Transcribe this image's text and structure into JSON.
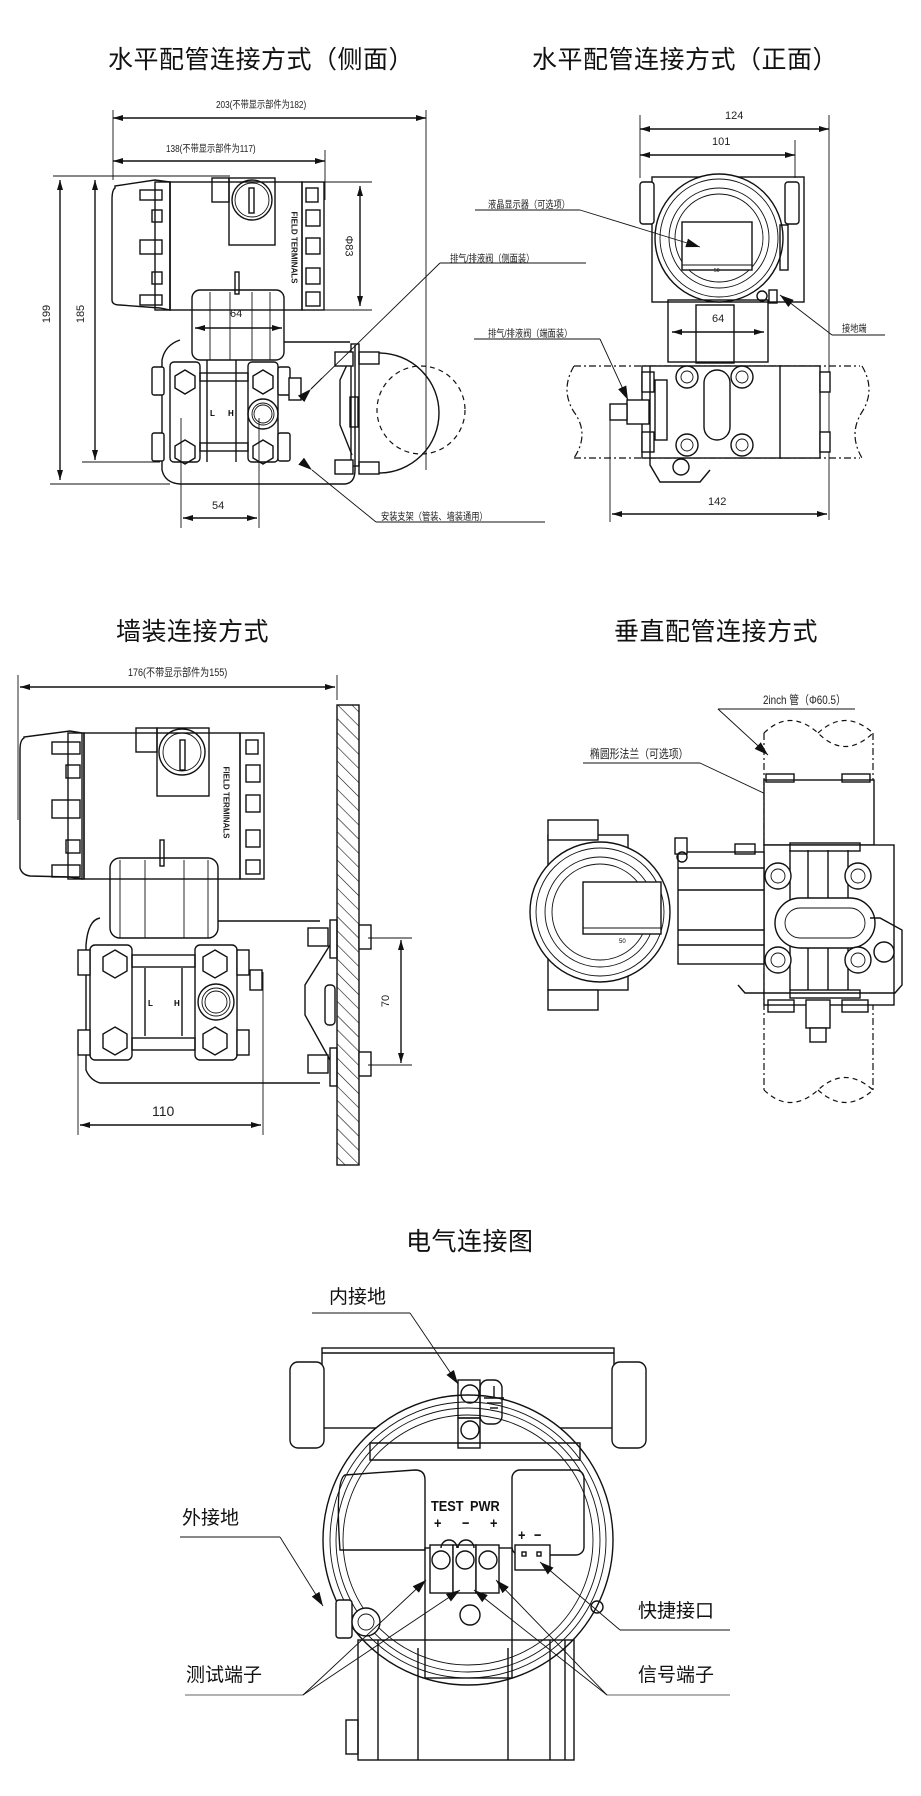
{
  "sections": {
    "side_view": {
      "title": "水平配管连接方式（侧面）",
      "dim_overall": "203(不带显示部件为182)",
      "dim_without_display": "138(不带显示部件为117)",
      "dim_height_total": "199",
      "dim_height_body": "185",
      "dim_diameter": "Φ83",
      "dim_width_flange": "64",
      "dim_flange_spacing": "54",
      "housing_label": "FIELD TERMINALS",
      "port_low": "L",
      "port_high": "H",
      "callout_vent_side": "排气/排液阀（侧面装）",
      "callout_bracket": "安装支架（管装、墙装通用）"
    },
    "front_view": {
      "title": "水平配管连接方式（正面）",
      "dim_overall": "124",
      "dim_housing": "101",
      "dim_flange": "64",
      "dim_bottom": "142",
      "display_scale": "50",
      "callout_lcd": "液晶显示器（可选项）",
      "callout_vent_side": "排气/排液阀（侧面装）",
      "callout_vent_end": "排气/排液阀（端面装）",
      "callout_ground": "接地端"
    },
    "wall_view": {
      "title": "墙装连接方式",
      "dim_overall": "176(不带显示部件为155)",
      "dim_bolt_spacing": "70",
      "dim_width": "110",
      "housing_label": "FIELD TERMINALS",
      "port_low": "L",
      "port_high": "H"
    },
    "vertical_view": {
      "title": "垂直配管连接方式",
      "callout_pipe": "2inch 管（Φ60.5）",
      "callout_flange": "椭圆形法兰（可选项）",
      "display_scale": "50"
    },
    "electrical": {
      "title": "电气连接图",
      "callout_internal_ground": "内接地",
      "callout_external_ground": "外接地",
      "callout_test_terminal": "测试端子",
      "callout_quick_connect": "快捷接口",
      "callout_signal_terminal": "信号端子",
      "label_test": "TEST",
      "label_pwr": "PWR",
      "sign_plus": "+",
      "sign_minus": "−",
      "quick_plus": "+",
      "quick_minus": "−"
    }
  }
}
